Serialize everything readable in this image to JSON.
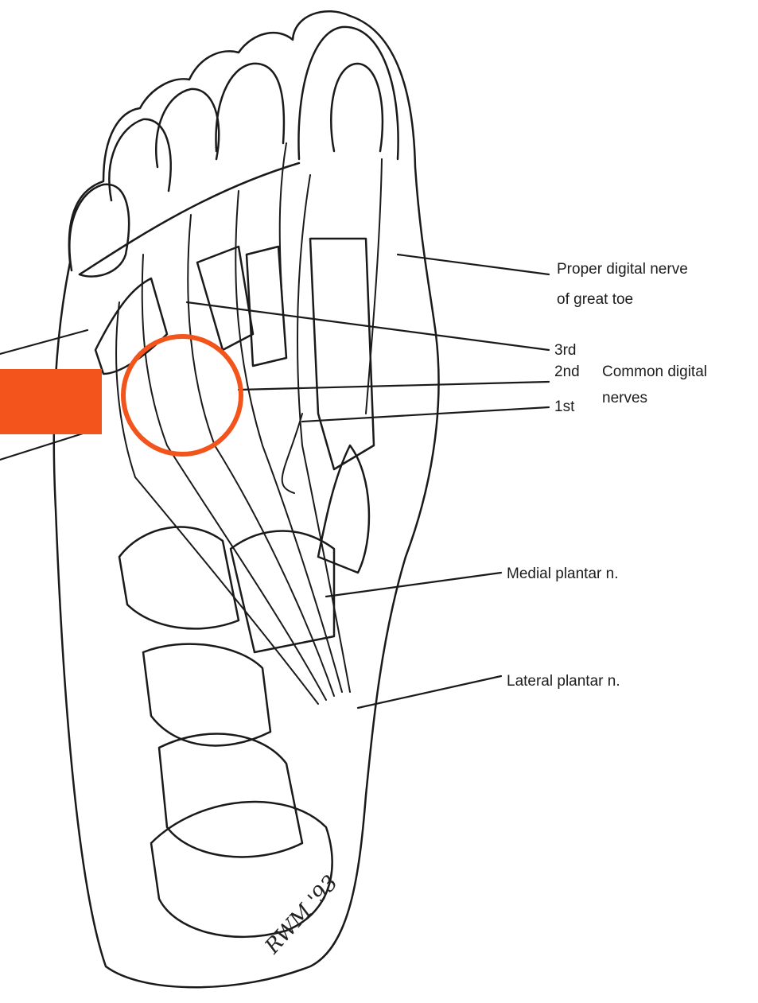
{
  "labels": {
    "proper_digital_line1": "Proper digital nerve",
    "proper_digital_line2": "of great toe",
    "nerve_3rd": "3rd",
    "nerve_2nd": "2nd",
    "nerve_1st": "1st",
    "common_digital_line1": "Common digital",
    "common_digital_line2": "nerves",
    "medial_plantar": "Medial plantar n.",
    "lateral_plantar": "Lateral plantar n."
  },
  "signature": "RWM '93",
  "highlight": {
    "circle_color": "#f2541b",
    "block_color": "#f2541b"
  }
}
